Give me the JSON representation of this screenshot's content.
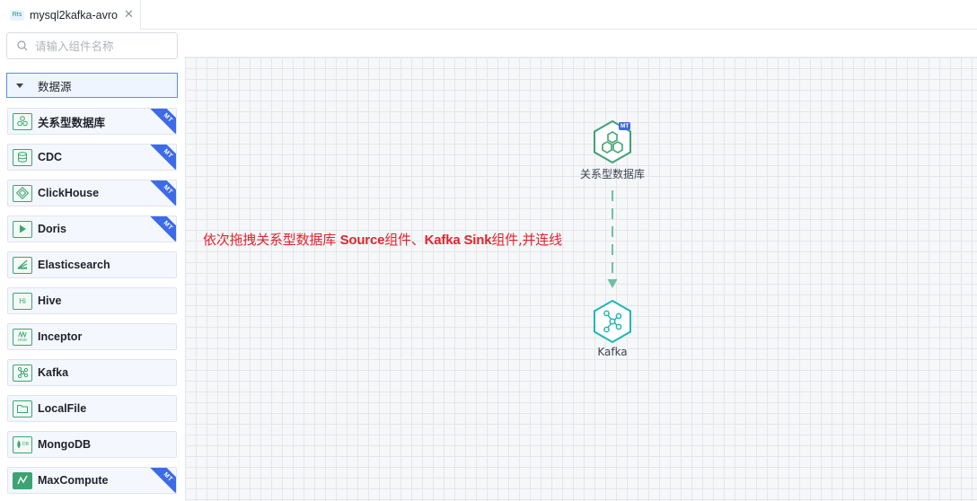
{
  "tab": {
    "badge": "Rts",
    "title": "mysql2kafka-avro",
    "close_glyph": "✕"
  },
  "sidebar": {
    "search_placeholder": "请输入组件名称",
    "group_label": "数据源",
    "items": [
      {
        "label": "关系型数据库",
        "icon": "database-icon",
        "mt": true
      },
      {
        "label": "CDC",
        "icon": "cdc-icon",
        "mt": true
      },
      {
        "label": "ClickHouse",
        "icon": "clickhouse-icon",
        "mt": true
      },
      {
        "label": "Doris",
        "icon": "doris-icon",
        "mt": true
      },
      {
        "label": "Elasticsearch",
        "icon": "elasticsearch-icon",
        "mt": false
      },
      {
        "label": "Hive",
        "icon": "hive-icon",
        "mt": false
      },
      {
        "label": "Inceptor",
        "icon": "inceptor-icon",
        "mt": false
      },
      {
        "label": "Kafka",
        "icon": "kafka-icon",
        "mt": false
      },
      {
        "label": "LocalFile",
        "icon": "folder-icon",
        "mt": false
      },
      {
        "label": "MongoDB",
        "icon": "mongodb-icon",
        "mt": false
      },
      {
        "label": "MaxCompute",
        "icon": "maxcompute-icon",
        "mt": true
      }
    ],
    "mt_label": "MT",
    "hive_icon_text": "Hi",
    "inceptor_icon_text": "HIVE",
    "mongodb_icon_text": "DB"
  },
  "canvas": {
    "instruction": {
      "part1": "依次拖拽关系型数据库 ",
      "part2": "Source",
      "part3": "组件、",
      "part4": "Kafka Sink",
      "part5": "组件,并连线"
    },
    "source_node": {
      "label": "关系型数据库",
      "mt_label": "MT"
    },
    "sink_node": {
      "label": "Kafka"
    }
  },
  "colors": {
    "accent_green": "#3ea373",
    "kafka_teal": "#1eb8b8",
    "mt_blue": "#3d6be8",
    "instruction_red": "#e3242b",
    "edge": "#6fbfa5"
  }
}
